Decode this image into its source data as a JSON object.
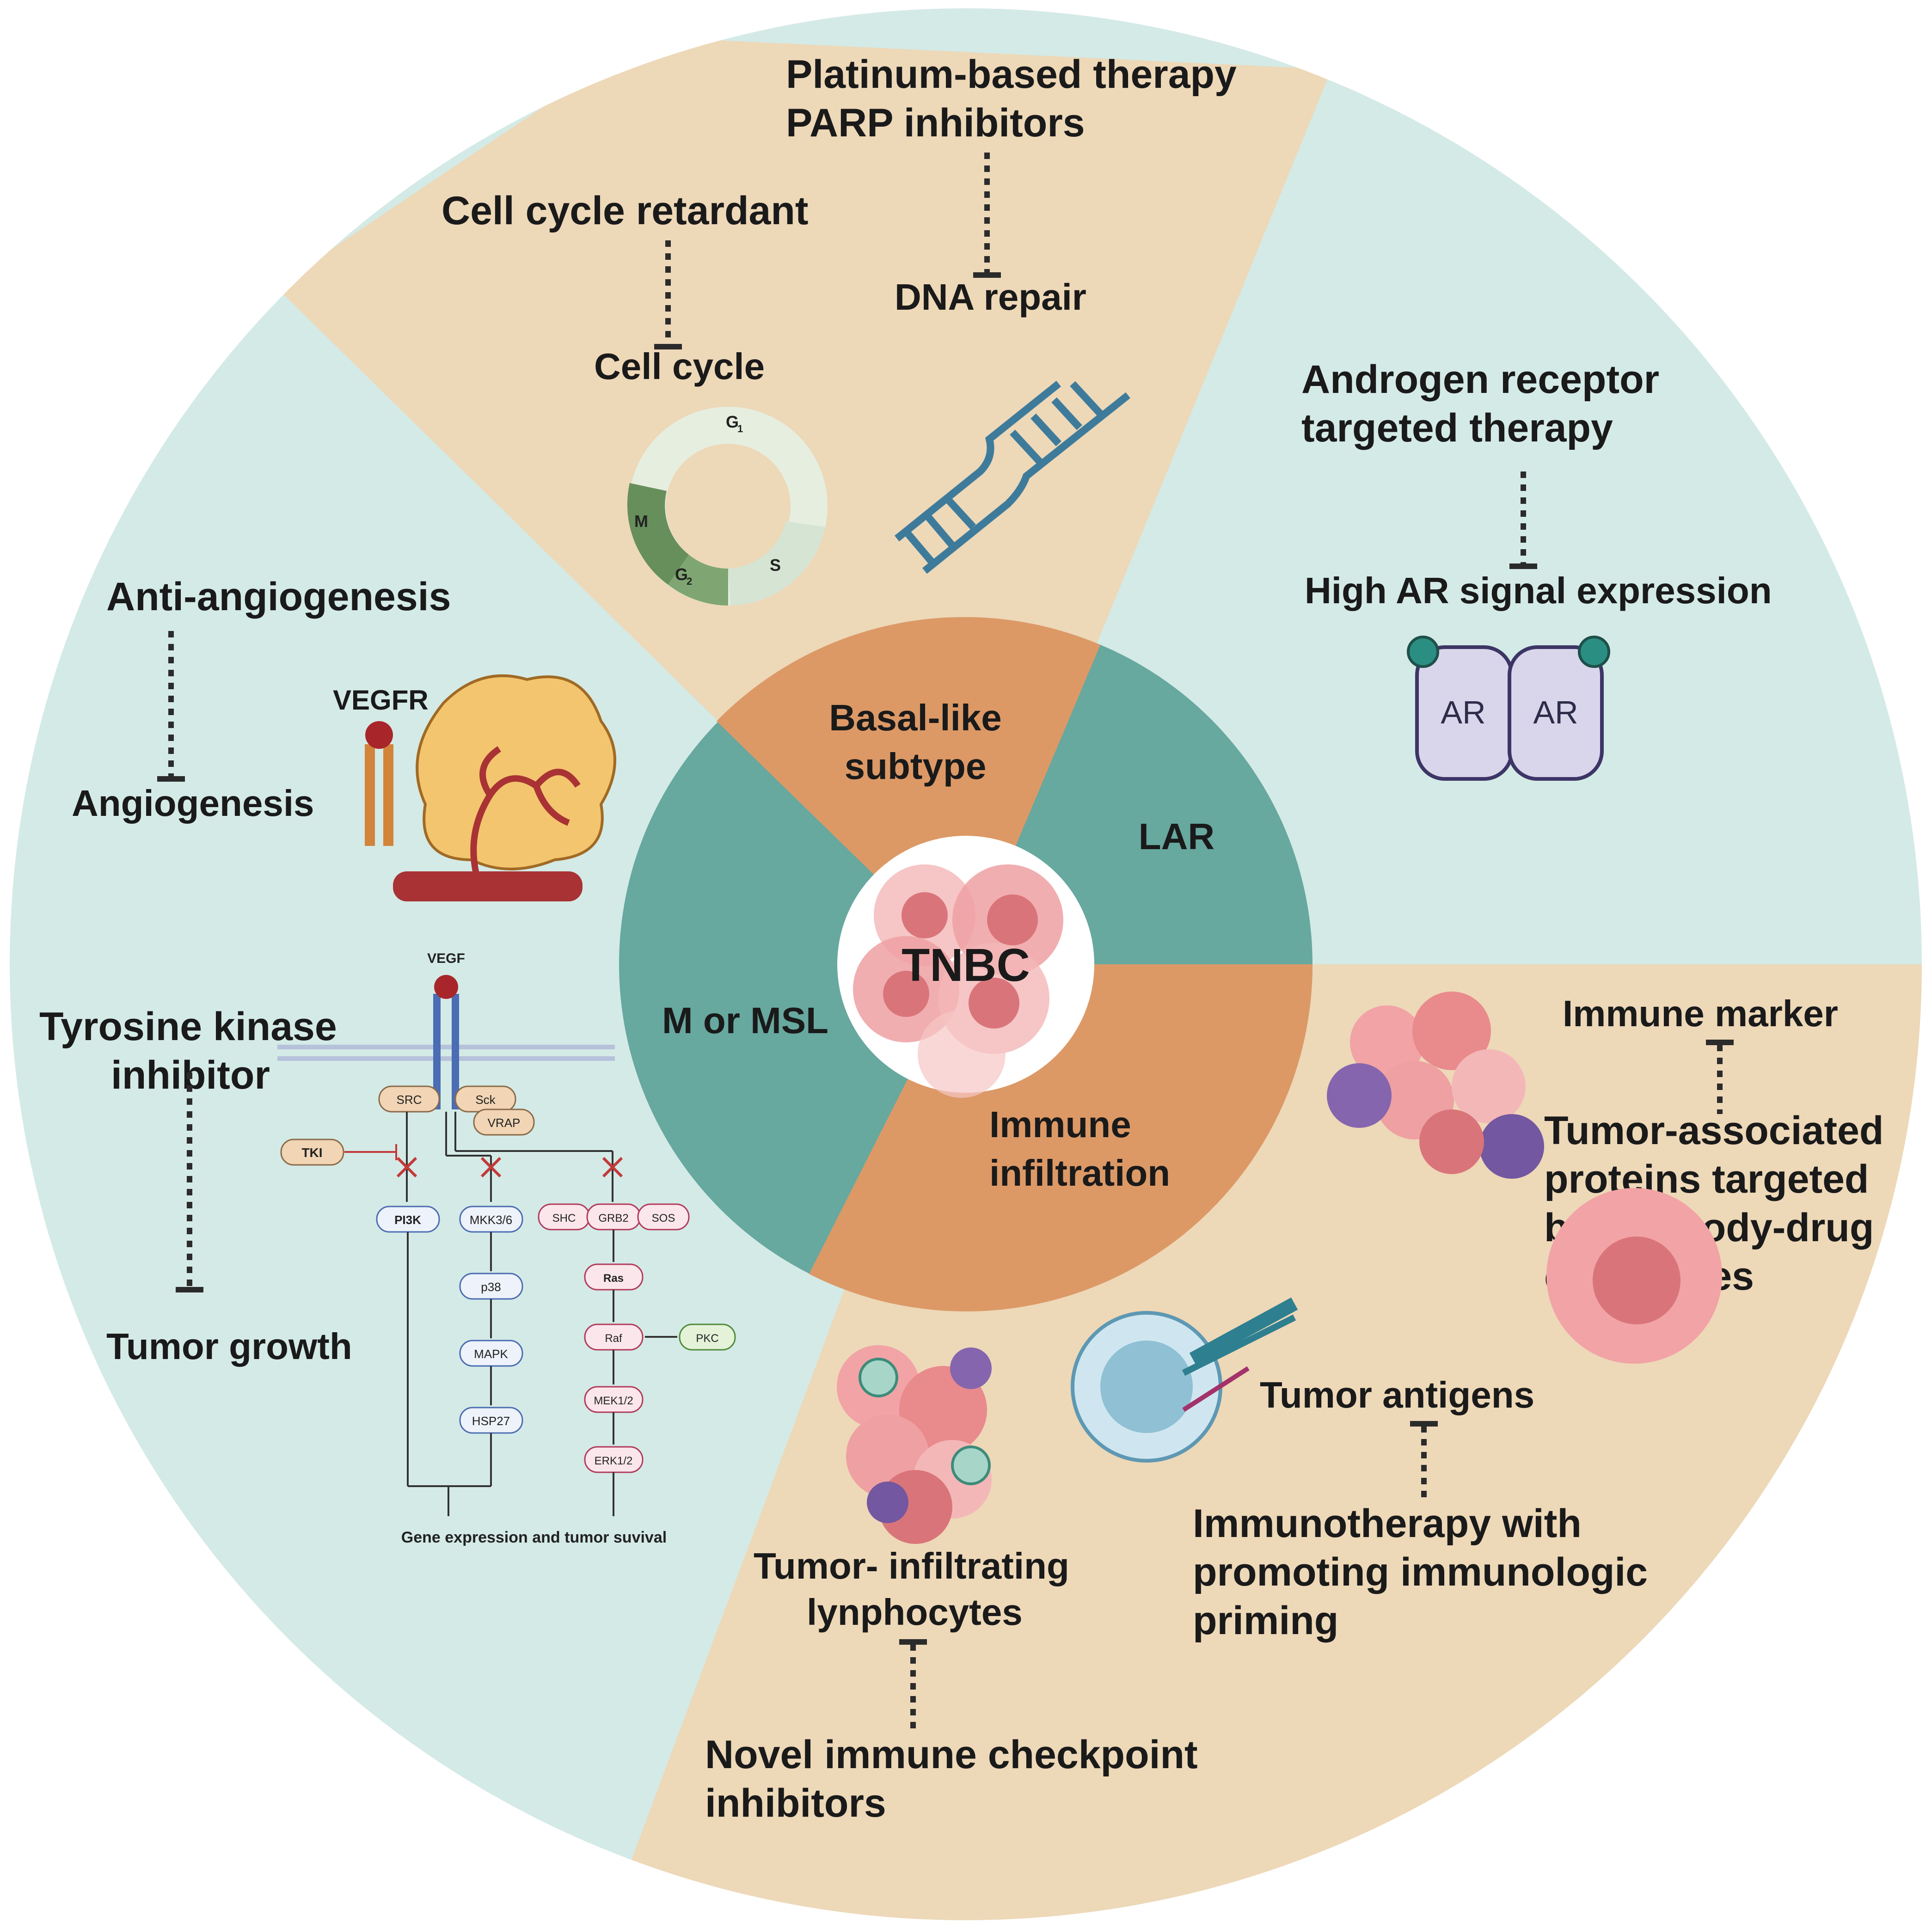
{
  "center": {
    "label": "TNBC"
  },
  "subtypes": {
    "basal": [
      "Basal-like",
      "subtype"
    ],
    "lar": "LAR",
    "msl": "M or MSL",
    "immune": [
      "Immune",
      "infiltration"
    ]
  },
  "basal_panel": {
    "platinum": [
      "Platinum-based therapy",
      "PARP inhibitors"
    ],
    "dna_repair": "DNA repair",
    "cell_cycle_retardant": "Cell cycle retardant",
    "cell_cycle": "Cell cycle",
    "phases": {
      "g1": "G",
      "g1_sub": "1",
      "s": "S",
      "g2": "G",
      "g2_sub": "2",
      "m": "M"
    }
  },
  "lar_panel": {
    "therapy": [
      "Androgen receptor",
      "targeted therapy"
    ],
    "target": "High AR signal expression",
    "receptor_left": "AR",
    "receptor_right": "AR"
  },
  "msl_panel": {
    "anti_angiogenesis": "Anti-angiogenesis",
    "angiogenesis": "Angiogenesis",
    "vegfr": "VEGFR",
    "tki_therapy": [
      "Tyrosine kinase",
      "inhibitor"
    ],
    "tumor_growth": "Tumor growth",
    "pathway": {
      "vegf": "VEGF",
      "src": "SRC",
      "sck": "Sck",
      "vrap": "VRAP",
      "tki": "TKI",
      "pi3k": "PI3K",
      "mkk": "MKK3/6",
      "p38": "p38",
      "mapk": "MAPK",
      "hsp27": "HSP27",
      "shc": "SHC",
      "grb2": "GRB2",
      "sos": "SOS",
      "ras": "Ras",
      "raf": "Raf",
      "pkc": "PKC",
      "mek": "MEK1/2",
      "erk": "ERK1/2",
      "outcome": "Gene expression and tumor suvival"
    }
  },
  "immune_panel": {
    "immune_marker": "Immune marker",
    "adc": [
      "Tumor-associated",
      "proteins targeted",
      "by Antibody-drug",
      "conjugates"
    ],
    "tumor_antigens": "Tumor antigens",
    "immunotherapy": [
      "Immunotherapy with",
      "promoting immunologic",
      "priming"
    ],
    "til": [
      "Tumor- infiltrating",
      "lynphocytes"
    ],
    "checkpoint": [
      "Novel immune checkpoint",
      "inhibitors"
    ]
  },
  "colors": {
    "panel_tan": "#EDD8B8",
    "panel_mint": "#D4EAE6",
    "subtype_orange": "#DC9966",
    "subtype_teal": "#67A89F",
    "center_white": "#FFFFFF",
    "tumor_pink": "#E98A8C"
  }
}
